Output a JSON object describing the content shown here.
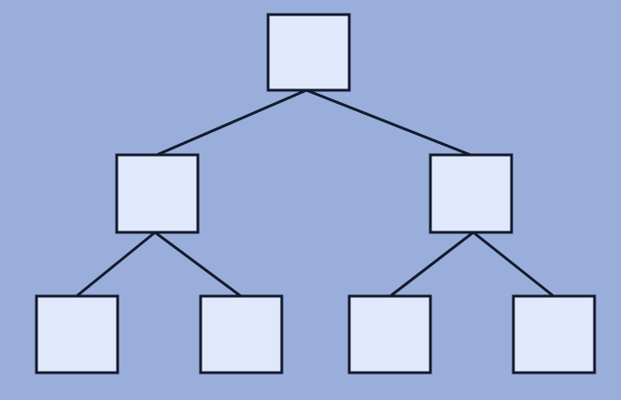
{
  "diagram": {
    "type": "tree",
    "colors": {
      "background": "#9aaedc",
      "node_fill": "#dfe9fb",
      "node_stroke": "#141a2e",
      "edge_stroke": "#141a2e"
    },
    "nodes": [
      {
        "id": "root",
        "label": ""
      },
      {
        "id": "left-child",
        "label": ""
      },
      {
        "id": "right-child",
        "label": ""
      },
      {
        "id": "left-left-leaf",
        "label": ""
      },
      {
        "id": "left-right-leaf",
        "label": ""
      },
      {
        "id": "right-left-leaf",
        "label": ""
      },
      {
        "id": "right-right-leaf",
        "label": ""
      }
    ],
    "edges": [
      {
        "from": "root",
        "to": "left-child"
      },
      {
        "from": "root",
        "to": "right-child"
      },
      {
        "from": "left-child",
        "to": "left-left-leaf"
      },
      {
        "from": "left-child",
        "to": "left-right-leaf"
      },
      {
        "from": "right-child",
        "to": "right-left-leaf"
      },
      {
        "from": "right-child",
        "to": "right-right-leaf"
      }
    ]
  }
}
